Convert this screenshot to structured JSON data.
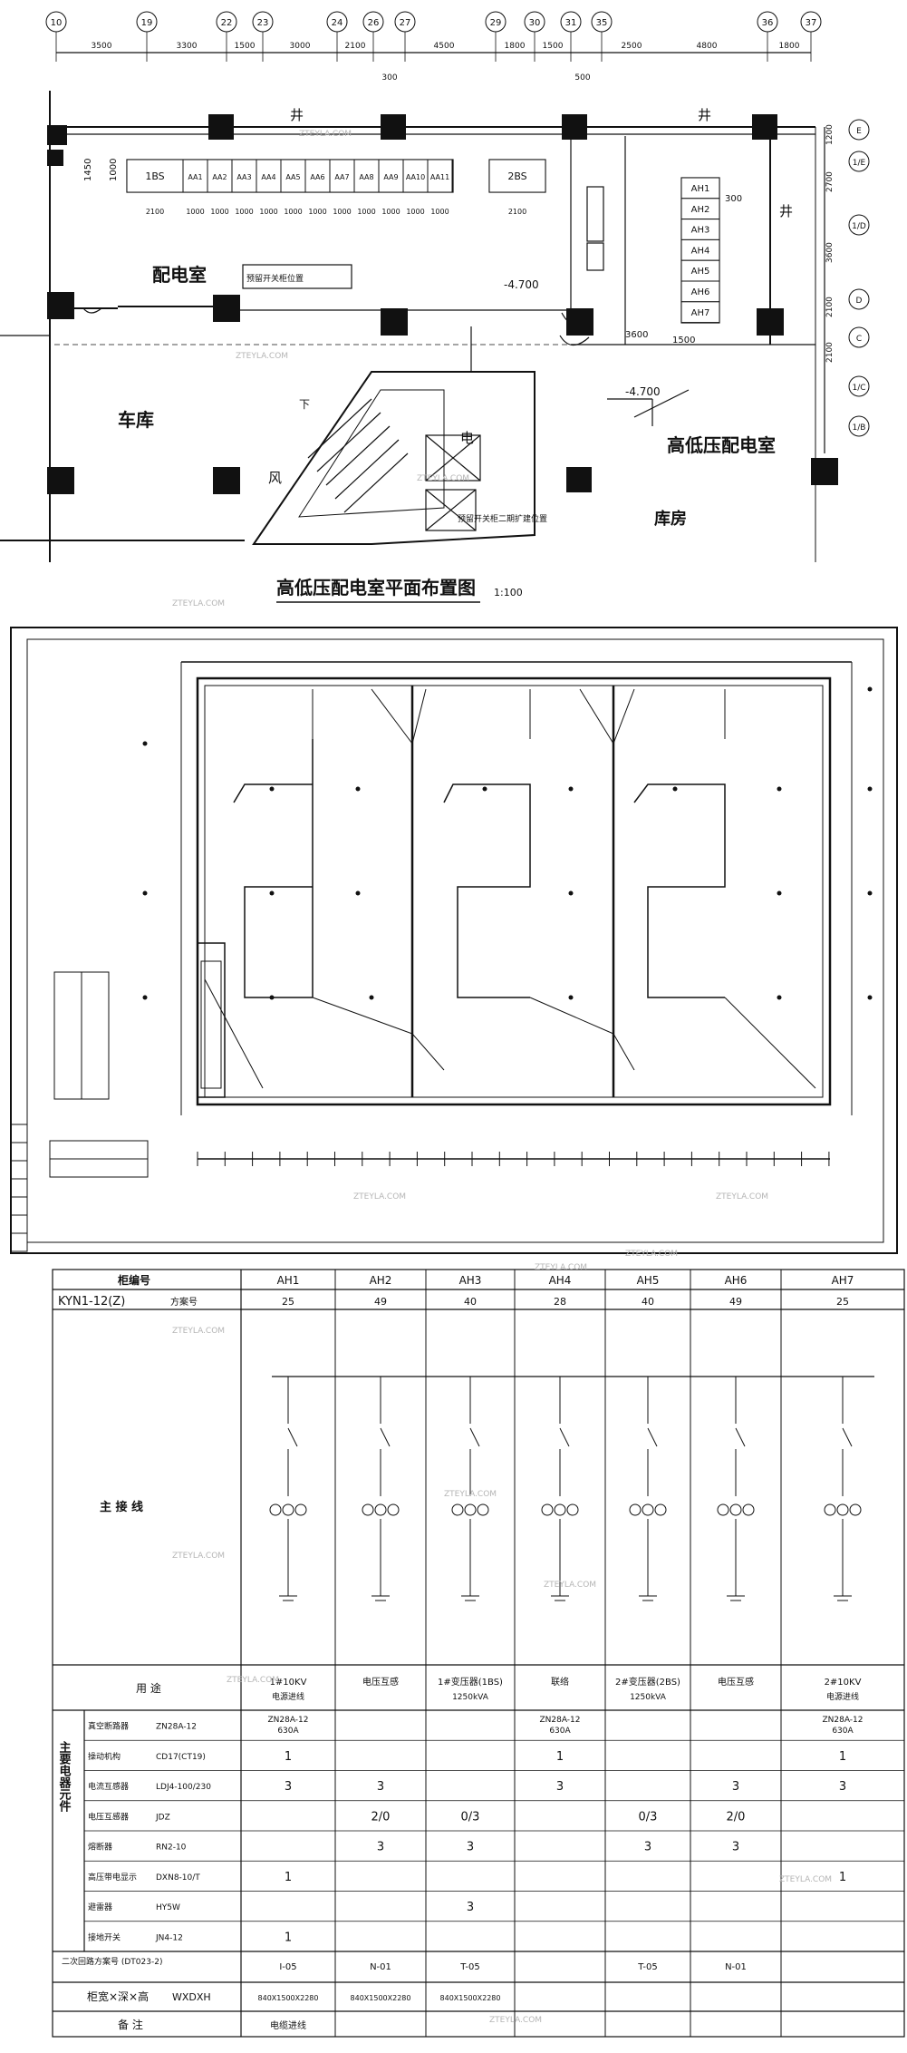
{
  "plan": {
    "grid_top": [
      "10",
      "19",
      "22",
      "23",
      "24",
      "26",
      "27",
      "29",
      "30",
      "31",
      "35",
      "36",
      "37"
    ],
    "dims_top": [
      "3500",
      "3300",
      "1500",
      "3000",
      "2100",
      "4500",
      "1800",
      "1500",
      "2500",
      "4800",
      "1800"
    ],
    "dims_sub": [
      "300",
      "500"
    ],
    "grid_right": [
      "E",
      "1/E",
      "1/D",
      "D",
      "C",
      "1/C",
      "1/B"
    ],
    "dims_right": [
      "1200",
      "2700",
      "3600",
      "2100",
      "2100"
    ],
    "hv_row": [
      "1BS",
      "AA1",
      "AA2",
      "AA3",
      "AA4",
      "AA5",
      "AA6",
      "AA7",
      "AA8",
      "AA9",
      "AA10",
      "AA11",
      "2BS"
    ],
    "hv_stack": [
      "AH1",
      "AH2",
      "AH3",
      "AH4",
      "AH5",
      "AH6",
      "AH7"
    ],
    "row_dims": [
      "2100",
      "1000",
      "1000",
      "1000",
      "1000",
      "1000",
      "1000",
      "1000",
      "1000",
      "1000",
      "1000",
      "1000",
      "2100"
    ],
    "room_pd": "配电室",
    "room_gk": "车库",
    "room_gdy": "高低压配电室",
    "room_kf": "库房",
    "label_ge": "井",
    "label_dian": "电",
    "label_feng": "风",
    "label_xia": "下",
    "elev1": "-4.700",
    "elev2": "-4.700",
    "dim_1450": "1450",
    "dim_1000": "1000",
    "dim_1500": "1500",
    "dim_3600": "3600",
    "dim_300": "300",
    "note_box": "预留开关柜位置",
    "note_bottom": "预留开关柜二期扩建位置",
    "title": "高低压配电室平面布置图",
    "scale": "1:100"
  },
  "watermark": "ZTEYLA.COM",
  "table": {
    "col_head": "柜编号",
    "model": "KYN1-12(Z)",
    "scheme_label": "方案号",
    "cabinets": [
      "AH1",
      "AH2",
      "AH3",
      "AH4",
      "AH5",
      "AH6",
      "AH7"
    ],
    "schemes": [
      "25",
      "49",
      "40",
      "28",
      "40",
      "49",
      "25"
    ],
    "main_circuit": "主 接 线",
    "use_label": "用 途",
    "uses": [
      "1#10KV 电源进线",
      "电压互感",
      "1#变压器(1BS) 1250kVA",
      "联络",
      "2#变压器(2BS) 1250kVA",
      "电压互感",
      "2#10KV 电源进线"
    ],
    "main_parts": "主要电器元件",
    "rows": [
      {
        "name": "真空断路器",
        "model": "ZN28A-12",
        "vals": [
          "ZN28A-12 630A",
          "",
          "",
          "ZN28A-12 630A",
          "",
          "",
          "ZN28A-12 630A"
        ]
      },
      {
        "name": "操动机构",
        "model": "CD17(CT19)",
        "vals": [
          "1",
          "",
          "",
          "1",
          "",
          "",
          "1"
        ]
      },
      {
        "name": "电流互感器",
        "model": "LDJ4-100/230",
        "vals": [
          "3",
          "3",
          "",
          "3",
          "",
          "3",
          "3"
        ]
      },
      {
        "name": "电压互感器",
        "model": "JDZ",
        "vals": [
          "",
          "2/0",
          "0/3",
          "",
          "0/3",
          "2/0",
          ""
        ]
      },
      {
        "name": "熔断器",
        "model": "RN2-10",
        "vals": [
          "",
          "3",
          "3",
          "",
          "3",
          "3",
          ""
        ]
      },
      {
        "name": "高压带电显示",
        "model": "DXN8-10/T",
        "vals": [
          "1",
          "",
          "",
          "",
          "",
          "",
          "1"
        ]
      },
      {
        "name": "避雷器",
        "model": "HY5W",
        "vals": [
          "",
          "",
          "3",
          "",
          "",
          "",
          ""
        ]
      },
      {
        "name": "接地开关",
        "model": "JN4-12",
        "vals": [
          "1",
          "",
          "",
          "",
          "",
          "",
          ""
        ]
      }
    ],
    "secondary_label": "二次回路方案号 (DT023-2)",
    "secondary": [
      "I-05",
      "N-01",
      "T-05",
      "",
      "T-05",
      "N-01",
      ""
    ],
    "size_label": "柜宽×深×高",
    "size_model": "WXDXH",
    "sizes": [
      "840X1500X2280",
      "840X1500X2280",
      "840X1500X2280",
      "",
      "",
      "",
      ""
    ],
    "note_label": "备 注",
    "notes": [
      "电缆进线",
      "",
      "",
      "",
      "",
      "",
      ""
    ]
  }
}
